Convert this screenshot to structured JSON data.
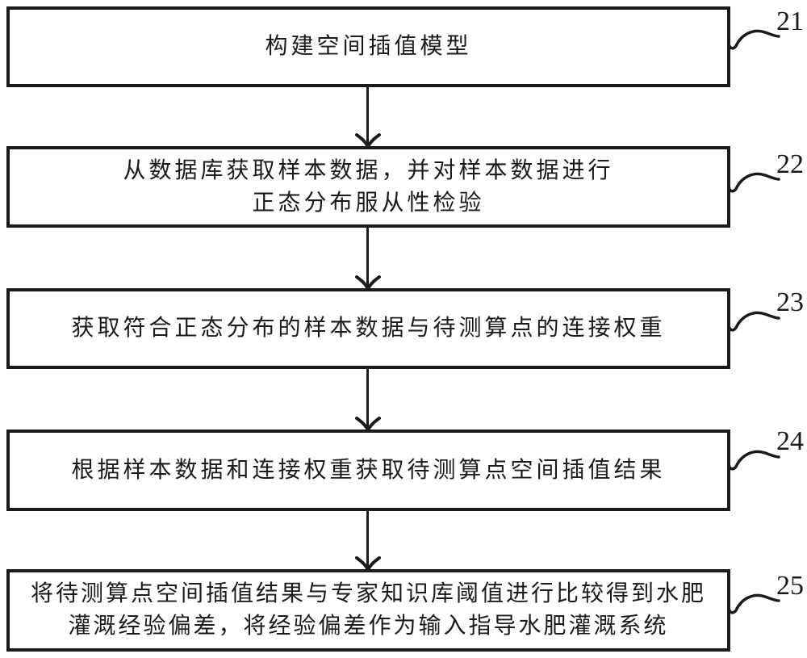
{
  "figure": {
    "type": "flowchart",
    "background": "#ffffff",
    "ink": "#1a1a1a",
    "steps": [
      {
        "ref": "21",
        "line1": "构建空间插值模型",
        "line2": ""
      },
      {
        "ref": "22",
        "line1": "从数据库获取样本数据，并对样本数据进行",
        "line2": "正态分布服从性检验"
      },
      {
        "ref": "23",
        "line1": "获取符合正态分布的样本数据与待测算点的连接权重",
        "line2": ""
      },
      {
        "ref": "24",
        "line1": "根据样本数据和连接权重获取待测算点空间插值结果",
        "line2": ""
      },
      {
        "ref": "25",
        "line1": "将待测算点空间插值结果与专家知识库阈值进行比较得到水肥",
        "line2": "灌溉经验偏差，将经验偏差作为输入指导水肥灌溉系统"
      }
    ]
  }
}
